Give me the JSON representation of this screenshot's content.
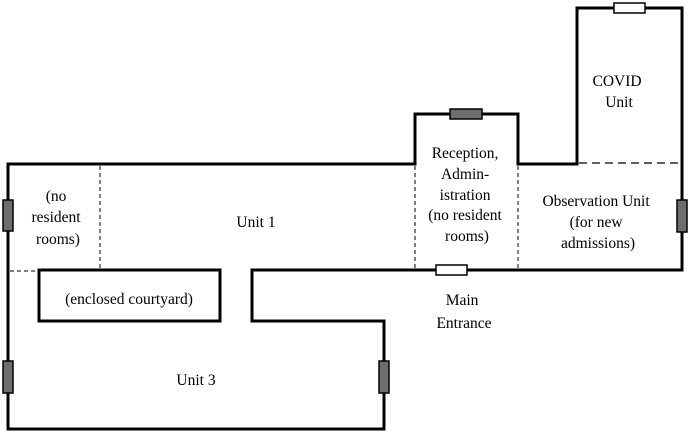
{
  "rooms": {
    "no_resident_left": [
      "(no",
      "resident",
      "rooms)"
    ],
    "unit1": [
      "Unit 1"
    ],
    "reception": [
      "Reception,",
      "Admin-",
      "istration",
      "(no resident",
      "rooms)"
    ],
    "covid": [
      "COVID",
      "Unit"
    ],
    "observation": [
      "Observation Unit",
      "(for new",
      "admissions)"
    ],
    "courtyard": [
      "(enclosed courtyard)"
    ],
    "main_entrance": [
      "Main",
      "Entrance"
    ],
    "unit3": [
      "Unit 3"
    ]
  },
  "colors": {
    "wall": "#000000",
    "door_dark": "#6e6e6e",
    "door_light": "#ffffff"
  }
}
